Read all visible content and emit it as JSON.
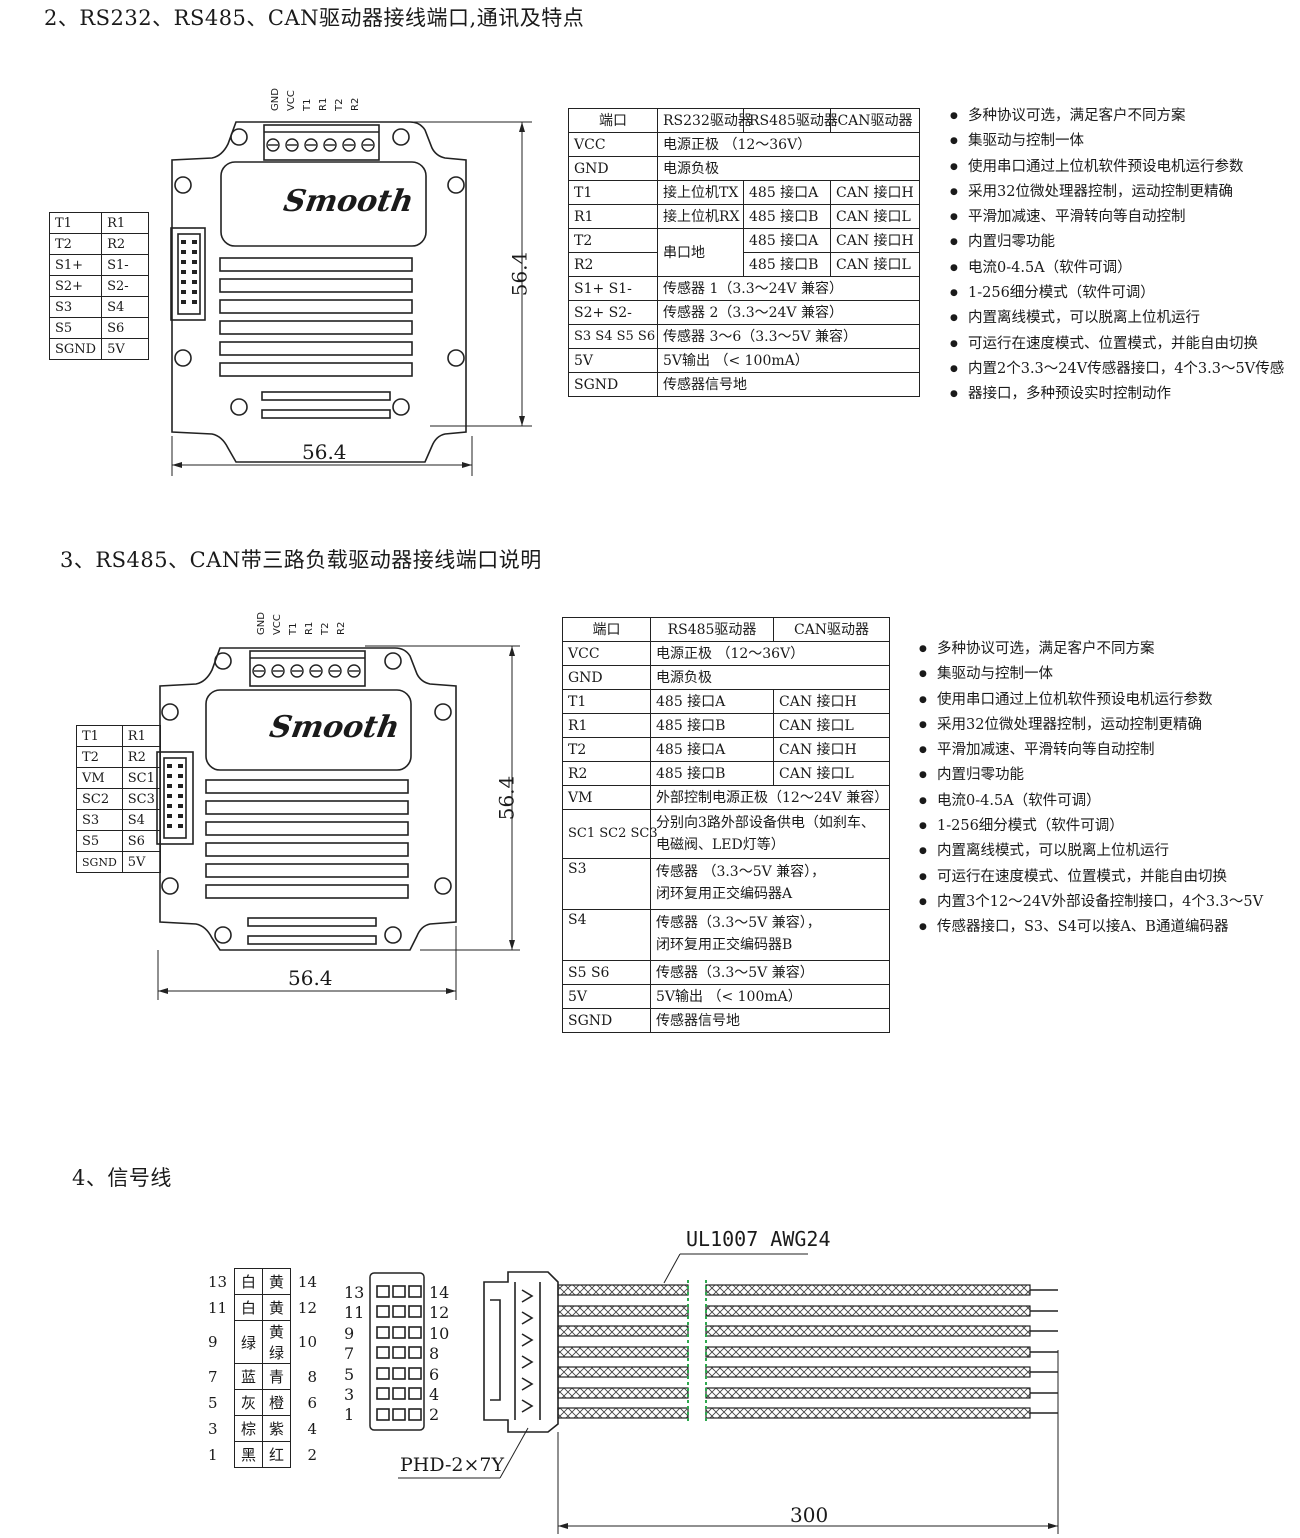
{
  "section2": {
    "title": "2、RS232、RS485、CAN驱动器接线端口,通讯及特点",
    "logo": "Smooth",
    "terminal_labels": [
      "GND",
      "VCC",
      "T1",
      "R1",
      "T2",
      "R2"
    ],
    "dim_h": "56.4",
    "dim_w": "56.4",
    "pins": [
      [
        "T1",
        "R1"
      ],
      [
        "T2",
        "R2"
      ],
      [
        "S1+",
        "S1-"
      ],
      [
        "S2+",
        "S2-"
      ],
      [
        "S3",
        "S4"
      ],
      [
        "S5",
        "S6"
      ],
      [
        "SGND",
        "5V"
      ]
    ],
    "table": {
      "h_port": "端口",
      "h_rs232": "RS232驱动器",
      "h_rs485": "RS485驱动器",
      "h_can": "CAN驱动器",
      "vcc": "VCC",
      "vcc_d": "电源正极 （12～36V）",
      "gnd": "GND",
      "gnd_d": "电源负极",
      "t1": "T1",
      "t1_a": "接上位机TX",
      "t1_b": "485 接口A",
      "t1_c": "CAN 接口H",
      "r1": "R1",
      "r1_a": "接上位机RX",
      "r1_b": "485 接口B",
      "r1_c": "CAN 接口L",
      "t2": "T2",
      "serial_gnd": "串口地",
      "t2_b": "485 接口A",
      "t2_c": "CAN 接口H",
      "r2": "R2",
      "r2_b": "485 接口B",
      "r2_c": "CAN 接口L",
      "s1": "S1+  S1-",
      "s1_d": "传感器 1（3.3～24V 兼容）",
      "s2": "S2+  S2-",
      "s2_d": "传感器 2（3.3～24V 兼容）",
      "s36": "S3 S4 S5 S6",
      "s36_d": "传感器 3～6（3.3～5V 兼容）",
      "v5": "5V",
      "v5_d": "5V输出 （< 100mA）",
      "sgnd": "SGND",
      "sgnd_d": "传感器信号地"
    },
    "features": [
      "多种协议可选，满足客户不同方案",
      "集驱动与控制一体",
      "使用串口通过上位机软件预设电机运行参数",
      "采用32位微处理器控制，运动控制更精确",
      "平滑加减速、平滑转向等自动控制",
      "内置归零功能",
      "电流0-4.5A（软件可调）",
      "1-256细分模式（软件可调）",
      "内置离线模式，可以脱离上位机运行",
      "可运行在速度模式、位置模式，并能自由切换",
      "内置2个3.3～24V传感器接口，4个3.3～5V传感",
      "器接口，多种预设实时控制动作"
    ]
  },
  "section3": {
    "title": "3、RS485、CAN带三路负载驱动器接线端口说明",
    "logo": "Smooth",
    "terminal_labels": [
      "GND",
      "VCC",
      "T1",
      "R1",
      "T2",
      "R2"
    ],
    "dim_h": "56.4",
    "dim_w": "56.4",
    "pins": [
      [
        "T1",
        "R1"
      ],
      [
        "T2",
        "R2"
      ],
      [
        "VM",
        "SC1"
      ],
      [
        "SC2",
        "SC3"
      ],
      [
        "S3",
        "S4"
      ],
      [
        "S5",
        "S6"
      ],
      [
        "SGND",
        "5V"
      ]
    ],
    "table": {
      "h_port": "端口",
      "h_rs485": "RS485驱动器",
      "h_can": "CAN驱动器",
      "vcc": "VCC",
      "vcc_d": "电源正极 （12～36V）",
      "gnd": "GND",
      "gnd_d": "电源负极",
      "t1": "T1",
      "t1_b": "485 接口A",
      "t1_c": "CAN 接口H",
      "r1": "R1",
      "r1_b": "485 接口B",
      "r1_c": "CAN 接口L",
      "t2": "T2",
      "t2_b": "485 接口A",
      "t2_c": "CAN 接口H",
      "r2": "R2",
      "r2_b": "485 接口B",
      "r2_c": "CAN 接口L",
      "vm": "VM",
      "vm_d": "外部控制电源正极（12～24V 兼容）",
      "sc": "SC1 SC2 SC3",
      "sc_d1": "分别向3路外部设备供电（如刹车、",
      "sc_d2": "电磁阀、LED灯等）",
      "s3": "S3",
      "s3_d1": "传感器 （3.3～5V 兼容），",
      "s3_d2": "闭环复用正交编码器A",
      "s4": "S4",
      "s4_d1": "传感器（3.3～5V 兼容），",
      "s4_d2": "闭环复用正交编码器B",
      "s56": "S5 S6",
      "s56_d": "传感器（3.3～5V 兼容）",
      "v5": "5V",
      "v5_d": "5V输出 （< 100mA）",
      "sgnd": "SGND",
      "sgnd_d": "传感器信号地"
    },
    "features": [
      "多种协议可选，满足客户不同方案",
      "集驱动与控制一体",
      "使用串口通过上位机软件预设电机运行参数",
      "采用32位微处理器控制，运动控制更精确",
      "平滑加减速、平滑转向等自动控制",
      "内置归零功能",
      "电流0-4.5A（软件可调）",
      "1-256细分模式（软件可调）",
      "内置离线模式，可以脱离上位机运行",
      "可运行在速度模式、位置模式，并能自由切换",
      "内置3个12～24V外部设备控制接口，4个3.3～5V",
      "传感器接口，S3、S4可以接A、B通道编码器"
    ]
  },
  "section4": {
    "title": "4、信号线",
    "wire_spec": "UL1007 AWG24",
    "connector": "PHD-2×7Y",
    "length": "300",
    "colors": [
      [
        "13",
        "白",
        "黄",
        "14"
      ],
      [
        "11",
        "白",
        "黄",
        "12"
      ],
      [
        "9",
        "绿",
        "黄绿",
        "10"
      ],
      [
        "7",
        "蓝",
        "青",
        "8"
      ],
      [
        "5",
        "灰",
        "橙",
        "6"
      ],
      [
        "3",
        "棕",
        "紫",
        "4"
      ],
      [
        "1",
        "黑",
        "红",
        "2"
      ]
    ],
    "pin_left": [
      "13",
      "11",
      "9",
      "7",
      "5",
      "3",
      "1"
    ],
    "pin_right": [
      "14",
      "12",
      "10",
      "8",
      "6",
      "4",
      "2"
    ]
  }
}
